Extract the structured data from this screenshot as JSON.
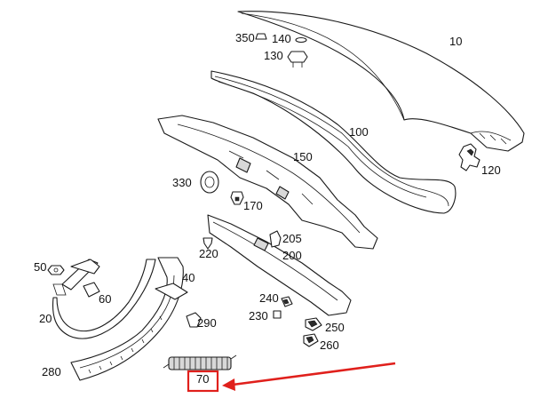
{
  "callouts": {
    "p10": "10",
    "p20": "20",
    "p40": "40",
    "p50": "50",
    "p60": "60",
    "p70": "70",
    "p100": "100",
    "p120": "120",
    "p130": "130",
    "p140": "140",
    "p150": "150",
    "p170": "170",
    "p200": "200",
    "p205": "205",
    "p220": "220",
    "p230": "230",
    "p240": "240",
    "p250": "250",
    "p260": "260",
    "p280": "280",
    "p290": "290",
    "p330": "330",
    "p350": "350"
  },
  "highlight": {
    "part": "70",
    "color": "#e0201c"
  }
}
